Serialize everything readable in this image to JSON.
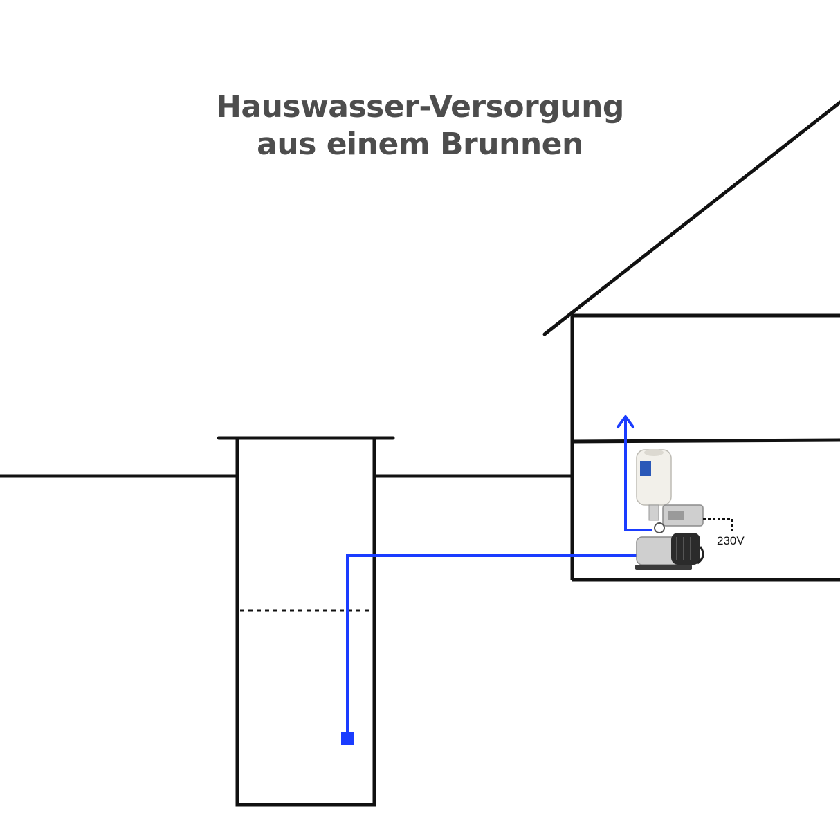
{
  "title": {
    "line1": "Hauswasser-Versorgung",
    "line2": "aus einem Brunnen"
  },
  "labels": {
    "voltage": "230V"
  },
  "colors": {
    "outline": "#111111",
    "water_pipe": "#1a3cff",
    "title_text": "#4d4d4d",
    "pump_body": "#2b2b2b",
    "pump_steel": "#c9c9c9",
    "tank": "#f2f0ea"
  },
  "icons": {
    "pump": "booster-pump-icon",
    "tank": "pressure-tank-icon",
    "arrow": "arrow-up-icon",
    "well_pump": "submersible-pump-icon"
  }
}
